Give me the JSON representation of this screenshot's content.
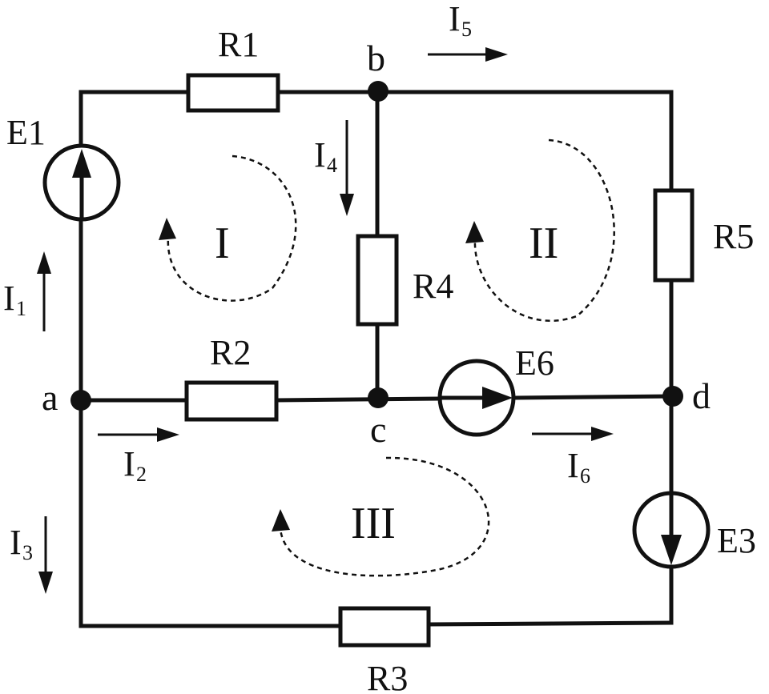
{
  "nodes": {
    "a": "a",
    "b": "b",
    "c": "c",
    "d": "d"
  },
  "resistors": {
    "r1": "R1",
    "r2": "R2",
    "r3": "R3",
    "r4": "R4",
    "r5": "R5"
  },
  "sources": {
    "e1": "E1",
    "e3": "E3",
    "e6": "E6"
  },
  "currents": {
    "i1": {
      "letter": "I",
      "index": "1"
    },
    "i2": {
      "letter": "I",
      "index": "2"
    },
    "i3": {
      "letter": "I",
      "index": "3"
    },
    "i4": {
      "letter": "I",
      "index": "4"
    },
    "i5": {
      "letter": "I",
      "index": "5"
    },
    "i6": {
      "letter": "I",
      "index": "6"
    }
  },
  "loops": {
    "l1": "I",
    "l2": "II",
    "l3": "III"
  }
}
